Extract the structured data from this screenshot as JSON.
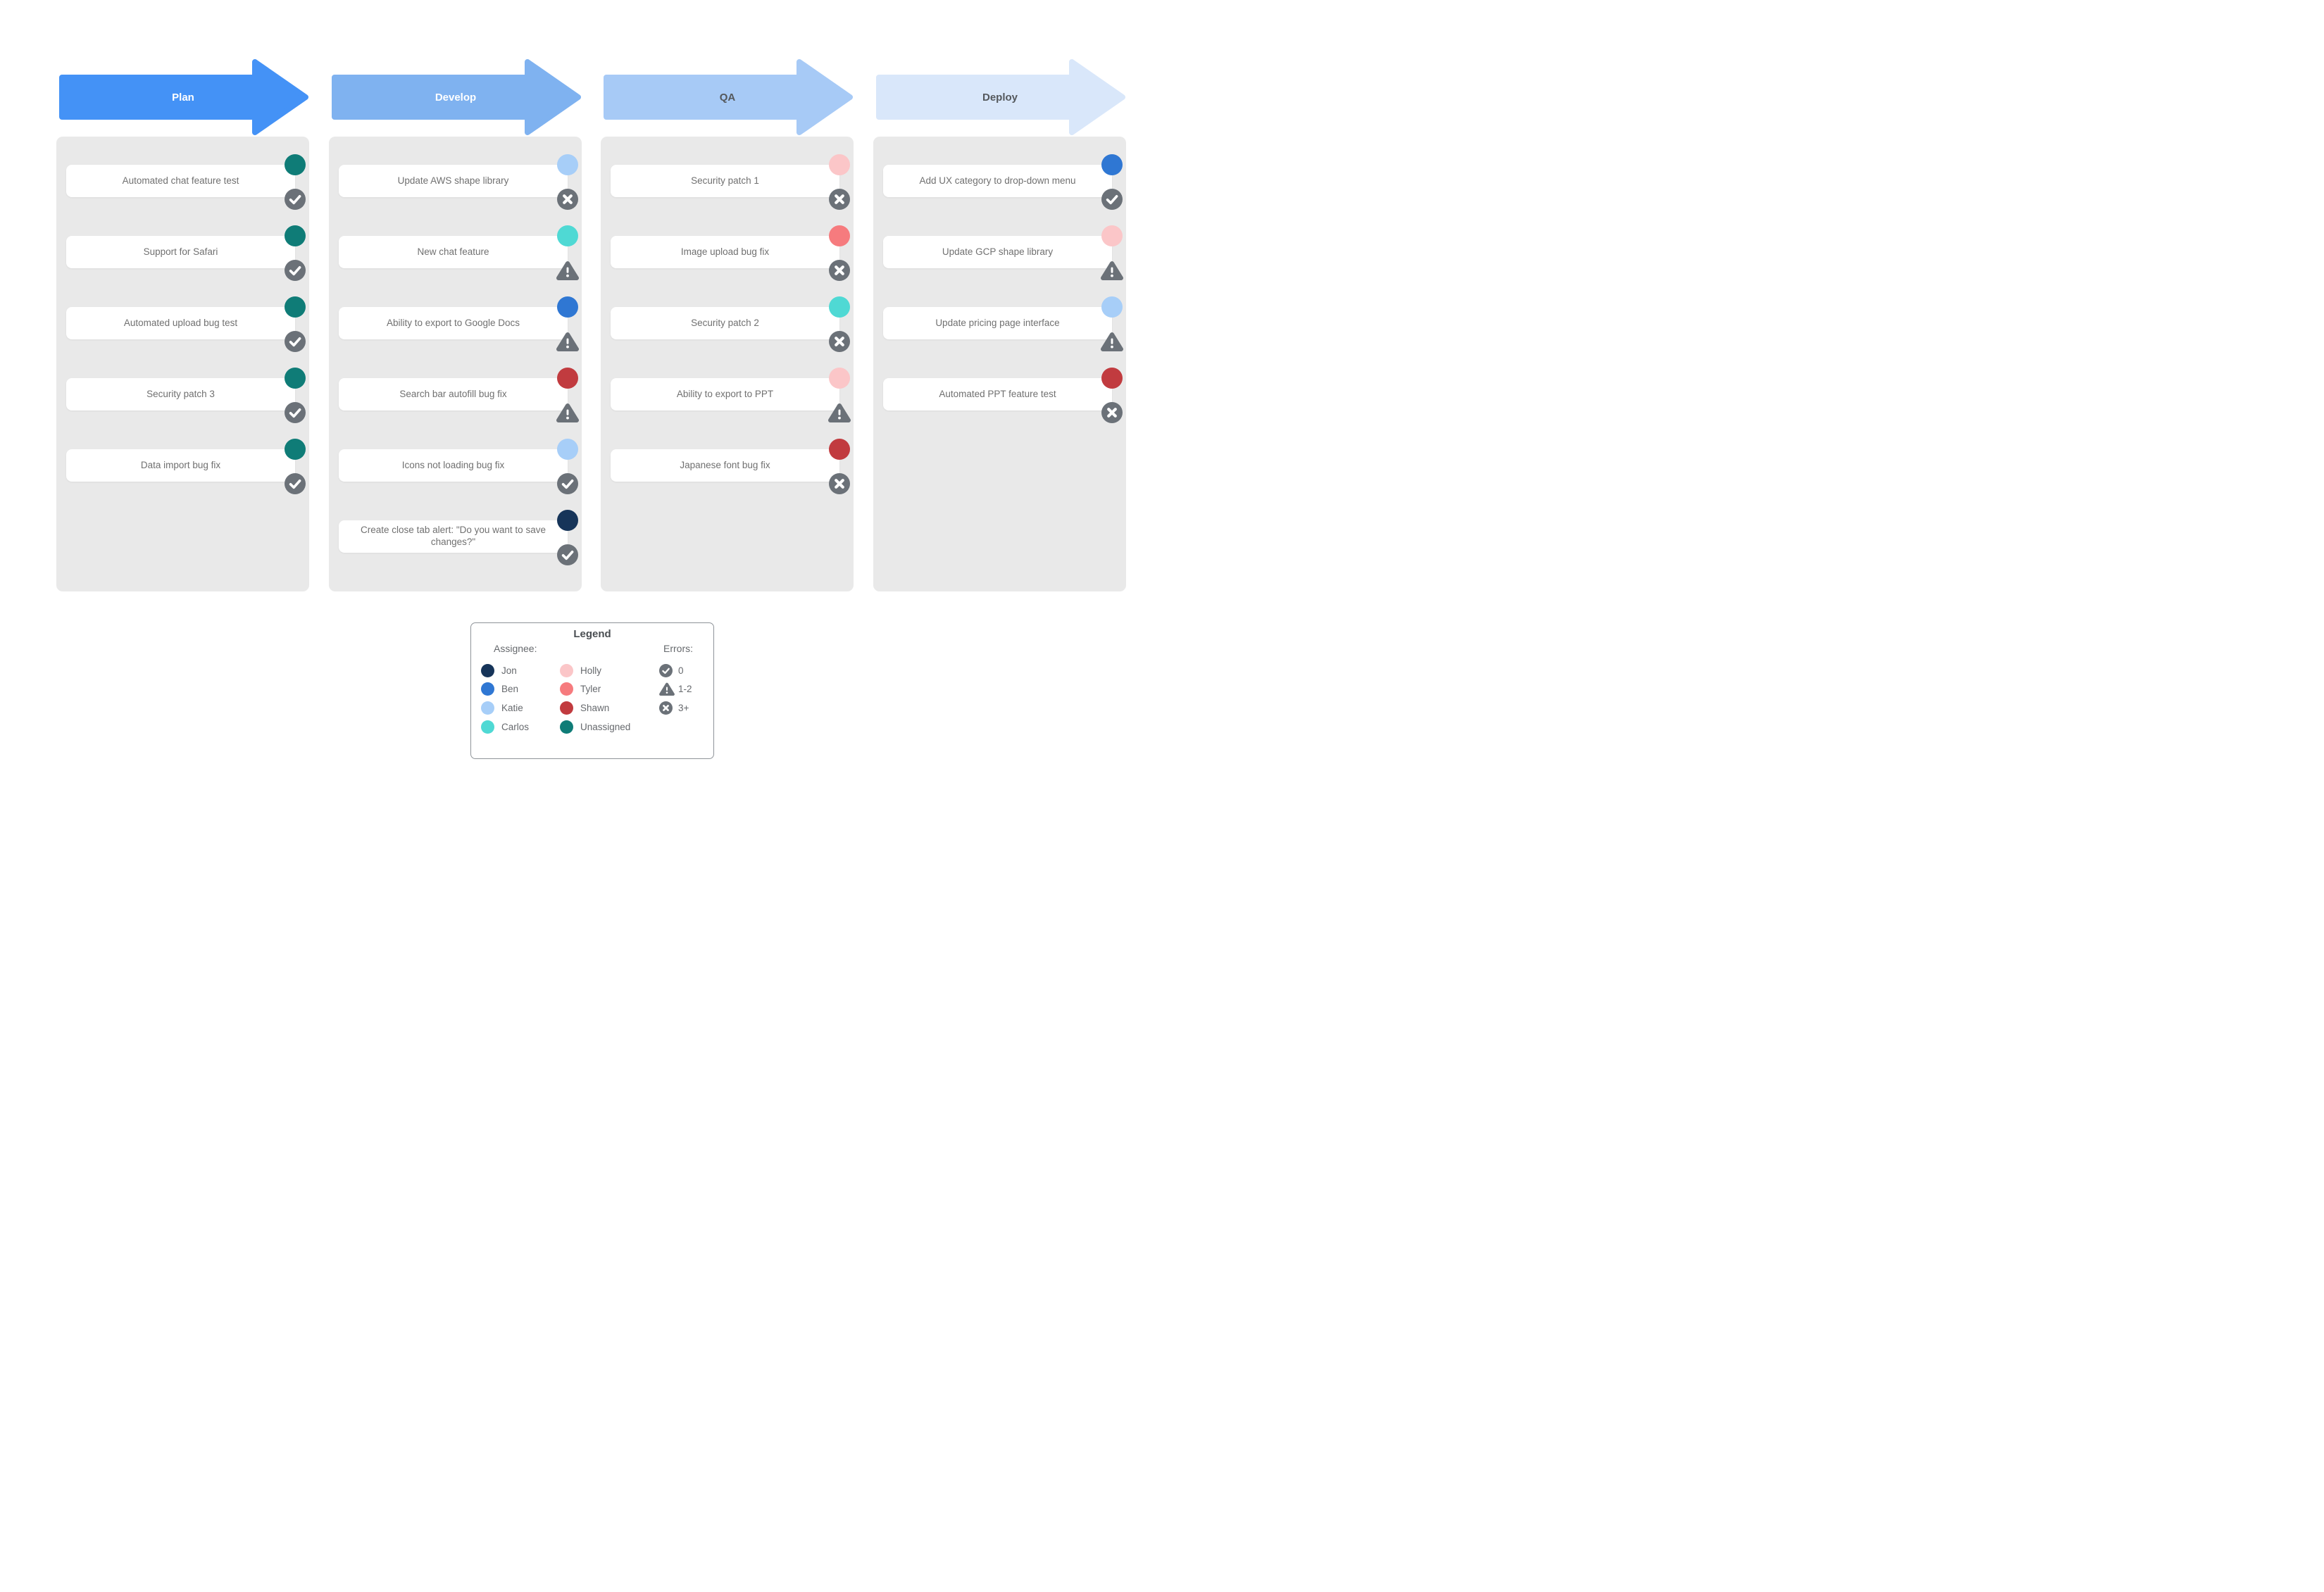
{
  "colors": {
    "column_bg": "#E9E9E9",
    "card_bg": "#FFFFFF",
    "card_text": "#707070",
    "header_text_light": "#FFFFFF",
    "header_text_dark": "#54585C",
    "error_icon_gray": "#6B7178",
    "legend_border": "#8F9499",
    "legend_text": "#66696D"
  },
  "assignees": {
    "Jon": "#163459",
    "Ben": "#2F77D3",
    "Katie": "#A7CEF8",
    "Carlos": "#4FD9D4",
    "Holly": "#FBC6C8",
    "Tyler": "#F67B7E",
    "Shawn": "#C13B3F",
    "Unassigned": "#0F7C77"
  },
  "error_icons": {
    "0": "check",
    "1-2": "warning",
    "3+": "x"
  },
  "columns": [
    {
      "label": "Plan",
      "arrow_color": "#4492F6",
      "label_tone": "light",
      "cards": [
        {
          "title": "Automated chat feature test",
          "assignee": "Unassigned",
          "errors": "0"
        },
        {
          "title": "Support for Safari",
          "assignee": "Unassigned",
          "errors": "0"
        },
        {
          "title": "Automated upload bug test",
          "assignee": "Unassigned",
          "errors": "0"
        },
        {
          "title": "Security patch 3",
          "assignee": "Unassigned",
          "errors": "0"
        },
        {
          "title": "Data import bug fix",
          "assignee": "Unassigned",
          "errors": "0"
        }
      ]
    },
    {
      "label": "Develop",
      "arrow_color": "#7FB2F0",
      "label_tone": "light",
      "cards": [
        {
          "title": "Update AWS shape library",
          "assignee": "Katie",
          "errors": "3+"
        },
        {
          "title": "New chat feature",
          "assignee": "Carlos",
          "errors": "1-2"
        },
        {
          "title": "Ability to export to Google Docs",
          "assignee": "Ben",
          "errors": "1-2"
        },
        {
          "title": "Search bar autofill bug fix",
          "assignee": "Shawn",
          "errors": "1-2"
        },
        {
          "title": "Icons not loading bug fix",
          "assignee": "Katie",
          "errors": "0"
        },
        {
          "title": "Create close tab alert: \"Do you want to save changes?\"",
          "assignee": "Jon",
          "errors": "0"
        }
      ]
    },
    {
      "label": "QA",
      "arrow_color": "#A7CAF6",
      "label_tone": "dark",
      "cards": [
        {
          "title": "Security patch 1",
          "assignee": "Holly",
          "errors": "3+"
        },
        {
          "title": "Image upload bug fix",
          "assignee": "Tyler",
          "errors": "3+"
        },
        {
          "title": "Security patch 2",
          "assignee": "Carlos",
          "errors": "3+"
        },
        {
          "title": "Ability to export to PPT",
          "assignee": "Holly",
          "errors": "1-2"
        },
        {
          "title": "Japanese font bug fix",
          "assignee": "Shawn",
          "errors": "3+"
        }
      ]
    },
    {
      "label": "Deploy",
      "arrow_color": "#D9E7FA",
      "label_tone": "dark",
      "cards": [
        {
          "title": "Add UX category to drop-down menu",
          "assignee": "Ben",
          "errors": "0"
        },
        {
          "title": "Update GCP shape library",
          "assignee": "Holly",
          "errors": "1-2"
        },
        {
          "title": "Update pricing page interface",
          "assignee": "Katie",
          "errors": "1-2"
        },
        {
          "title": "Automated PPT feature test",
          "assignee": "Shawn",
          "errors": "3+"
        }
      ]
    }
  ],
  "legend": {
    "title": "Legend",
    "assignee_label": "Assignee:",
    "errors_label": "Errors:",
    "assignee_col1": [
      "Jon",
      "Ben",
      "Katie",
      "Carlos"
    ],
    "assignee_col2": [
      "Holly",
      "Tyler",
      "Shawn",
      "Unassigned"
    ],
    "error_items": [
      {
        "icon": "check",
        "label": "0"
      },
      {
        "icon": "warning",
        "label": "1-2"
      },
      {
        "icon": "x",
        "label": "3+"
      }
    ]
  }
}
